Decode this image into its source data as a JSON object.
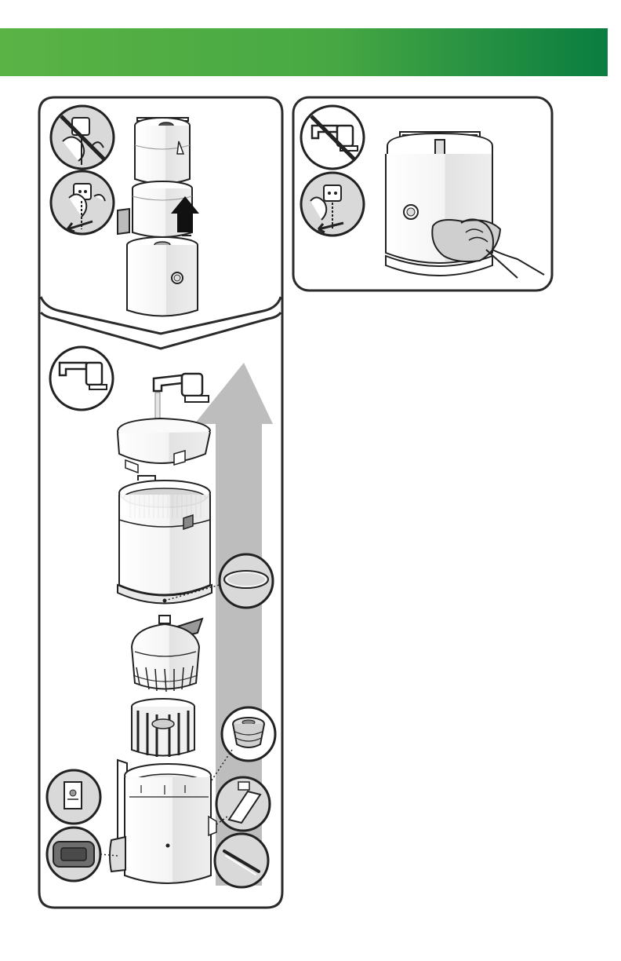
{
  "header": {
    "title": "",
    "color_start": "#5ab345",
    "color_end": "#0a7d40"
  },
  "panels": {
    "left_top": {
      "icons": [
        "no-unplug-icon",
        "unplug-icon"
      ],
      "illustration": "juicer-disassembly-illustration"
    },
    "left_bottom": {
      "icons": [
        "faucet-icon"
      ],
      "parts": [
        "hopper-lid",
        "juicing-drum",
        "drum-seal",
        "juicing-screw",
        "filter-basket",
        "juicer-base",
        "silicone-plug",
        "pulp-outlet",
        "cleaning-brush"
      ],
      "arrow": "up-arrow"
    },
    "right_top": {
      "icons": [
        "no-faucet-icon",
        "unplug-icon"
      ],
      "illustration": "wipe-motor-base-illustration"
    }
  },
  "colors": {
    "outline": "#222222",
    "panel_border": "#2b2b2b",
    "arrow_gray": "#bdbdbd",
    "part_fill": "#f4f4f4",
    "part_shade": "#dcdcdc",
    "dark_part": "#6e6e6e"
  }
}
